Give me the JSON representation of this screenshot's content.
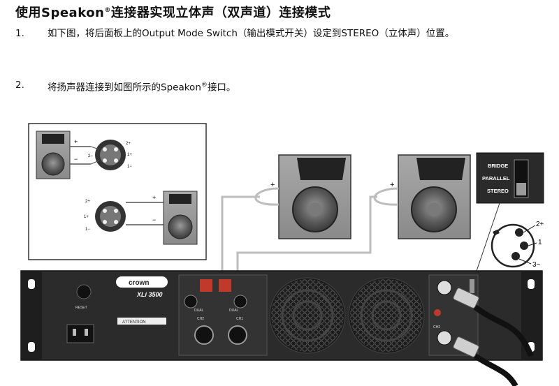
{
  "heading": {
    "text_before": "使用Speakon",
    "reg": "®",
    "text_after": "连接器实现立体声（双声道）连接模式"
  },
  "steps": [
    {
      "num": "1.",
      "text": "如下图，将后面板上的Output Mode Switch（输出模式开关）设定到STEREO（立体声）位置。"
    },
    {
      "num": "2.",
      "text_before": "将扬声器连接到如图所示的Speakon",
      "reg": "®",
      "text_after": "接口。"
    }
  ],
  "diagram": {
    "polarity": {
      "plus": "+",
      "minus": "−"
    },
    "pins": [
      "1+",
      "1−",
      "2+",
      "2−"
    ],
    "switch_labels": [
      "BRIDGE",
      "PARALLEL",
      "STEREO"
    ],
    "xlr_pins": [
      "2+",
      "1",
      "3−"
    ],
    "amp": {
      "brand": "crown",
      "model": "XLi 3500",
      "reset": "RESET",
      "attention": "ATTENTION",
      "ch1": "CH1",
      "ch2": "CH2",
      "dual": "DUAL"
    },
    "colors": {
      "panel": "#2b2b2b",
      "cable": "#bdbdbd",
      "speaker": "#4a4a4a"
    }
  }
}
